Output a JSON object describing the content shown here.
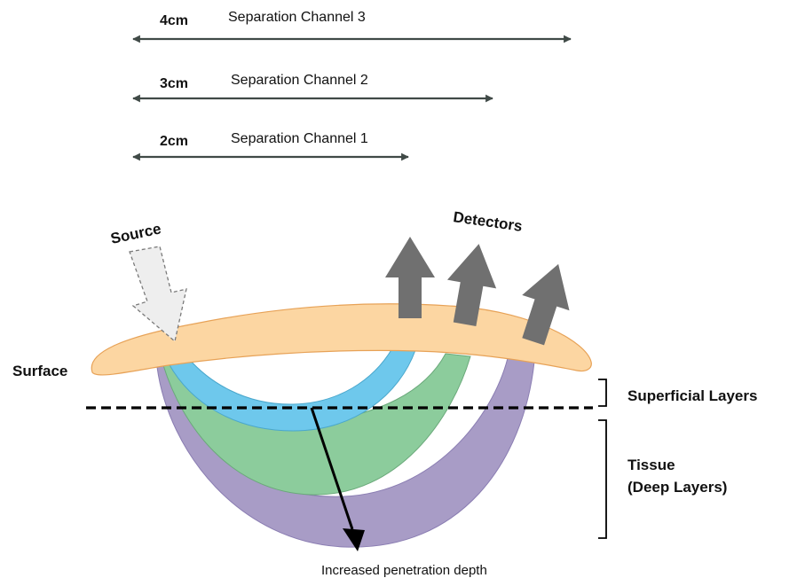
{
  "channels": [
    {
      "distance": "4cm",
      "name": "Separation Channel 3"
    },
    {
      "distance": "3cm",
      "name": "Separation Channel 2"
    },
    {
      "distance": "2cm",
      "name": "Separation Channel 1"
    }
  ],
  "labels": {
    "source": "Source",
    "detectors": "Detectors",
    "surface": "Surface",
    "superficial": "Superficial Layers",
    "tissue_line1": "Tissue",
    "tissue_line2": "(Deep Layers)",
    "depth": "Increased penetration depth"
  },
  "colors": {
    "surface": "#fcd6a2",
    "surface_stroke": "#e7a257",
    "channel_1": "#6ec8ec",
    "channel_2": "#8ccc9c",
    "channel_3": "#a89cc6",
    "detector_arrow": "#707070",
    "source_arrow": "#eeeeee",
    "line": "#404a47"
  }
}
